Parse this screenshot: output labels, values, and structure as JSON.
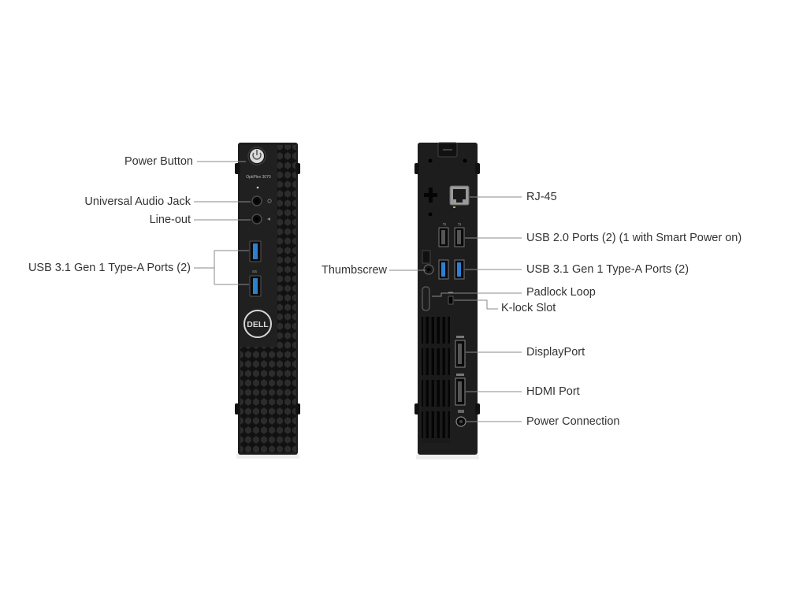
{
  "front": {
    "model": "OptiPlex 3070",
    "brand": "DELL",
    "labels": {
      "power_button": "Power Button",
      "audio_jack": "Universal Audio Jack",
      "line_out": "Line-out",
      "usb31": "USB 3.1 Gen 1 Type-A Ports (2)"
    }
  },
  "rear": {
    "labels": {
      "rj45": "RJ-45",
      "usb20": "USB 2.0 Ports (2)  (1 with Smart Power on)",
      "thumbscrew": "Thumbscrew",
      "usb31": "USB 3.1 Gen 1 Type-A Ports (2)",
      "padlock": "Padlock Loop",
      "klock": "K-lock Slot",
      "displayport": "DisplayPort",
      "hdmi": "HDMI Port",
      "power_conn": "Power Connection"
    }
  },
  "colors": {
    "chassis": "#1b1b1b",
    "panel": "#222222",
    "leader": "#8a8a8a",
    "usb3_blue": "#2f7fd0"
  }
}
